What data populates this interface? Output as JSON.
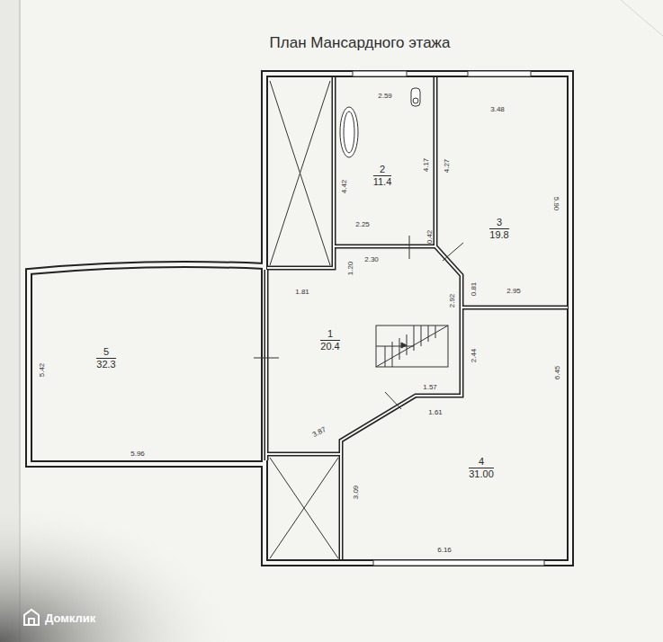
{
  "diagram": {
    "title": "План Мансардного этажа",
    "nodes": [
      {
        "text": [
          "2",
          "11.4"
        ]
      },
      {
        "text": [
          "3",
          "19.8"
        ]
      },
      {
        "text": [
          "1",
          "20.4"
        ]
      },
      {
        "text": [
          "5",
          "32.3"
        ]
      },
      {
        "text": [
          "4",
          "31.00"
        ]
      }
    ],
    "labels": [
      "2.59",
      "3.48",
      "4.42",
      "4.17",
      "4.27",
      "5.90",
      "2.25",
      "0.42",
      "2.30",
      "1.20",
      "1.81",
      "0.81",
      "2.95",
      "2.92",
      "2.44",
      "6.45",
      "1.57",
      "1.61",
      "3.87",
      "3.09",
      "6.16",
      "5.42",
      "5.96",
      "Домклик"
    ]
  }
}
